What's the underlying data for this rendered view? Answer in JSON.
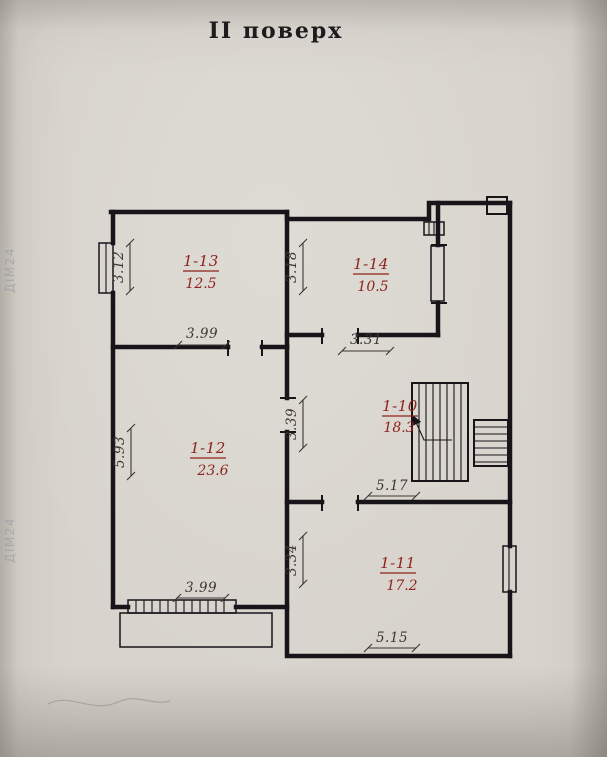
{
  "title": "II поверх",
  "watermark": "ДІМ24",
  "rooms": [
    {
      "id": "1-13",
      "area": "12.5"
    },
    {
      "id": "1-14",
      "area": "10.5"
    },
    {
      "id": "1-12",
      "area": "23.6"
    },
    {
      "id": "1-10",
      "area": "18.3"
    },
    {
      "id": "1-11",
      "area": "17.2"
    }
  ],
  "dims": {
    "r13_left": "3.12",
    "r13_bottom": "3.99",
    "r14_left": "3.18",
    "r14_bottom": "3.31",
    "r12_left": "5.93",
    "r12_bottom": "3.99",
    "r10_left": "3.39",
    "r10_bottom": "5.17",
    "r11_left": "3.34",
    "r11_bottom": "5.15"
  },
  "colors": {
    "room_label": "#8f231c",
    "dimension_text": "#3c3631",
    "wall": "#17141a",
    "paper": "#d8d4cd",
    "watermark": "#8e98a3"
  }
}
